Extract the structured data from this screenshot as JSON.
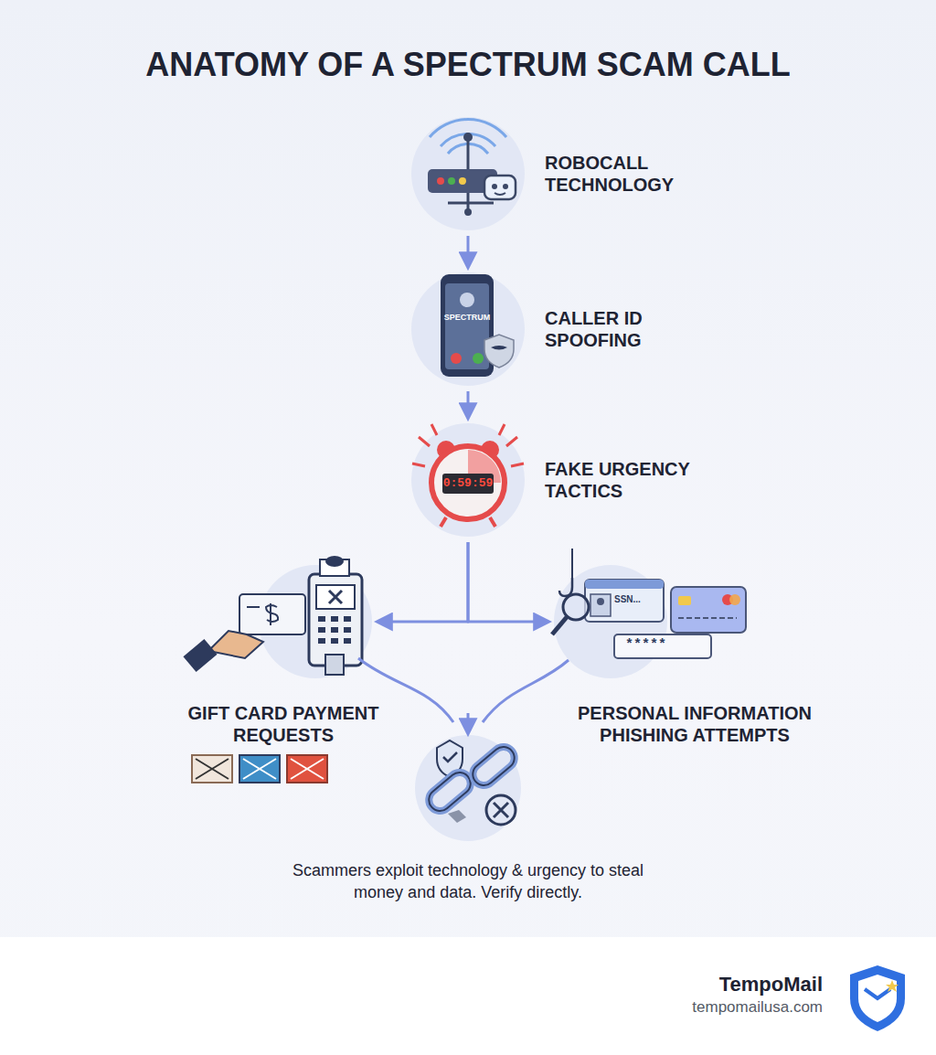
{
  "diagram": {
    "title": "ANATOMY OF A SPECTRUM SCAM CALL",
    "caption": "Scammers exploit technology & urgency to steal money and data. Verify directly.",
    "nodes": [
      {
        "text": [
          "ROBOCALL TECHNOLOGY"
        ]
      },
      {
        "text": [
          "CALLER ID SPOOFING"
        ]
      },
      {
        "text": [
          "FAKE URGENCY TACTICS"
        ]
      },
      {
        "text": [
          "GIFT CARD PAYMENT REQUESTS"
        ]
      },
      {
        "text": [
          "PERSONAL INFORMATION PHISHING ATTEMPTS"
        ]
      }
    ],
    "edges": [
      {
        "from": 0,
        "to": 1,
        "arrow": "to"
      },
      {
        "from": 1,
        "to": 2,
        "arrow": "to"
      },
      {
        "from": 2,
        "to": 3,
        "arrow": "to"
      },
      {
        "from": 2,
        "to": 4,
        "arrow": "to"
      }
    ],
    "labels": [
      "SPECTRUM",
      "0:59:59",
      "SSN...",
      "*****",
      "TempoMail",
      "tempomailusa.com"
    ]
  }
}
